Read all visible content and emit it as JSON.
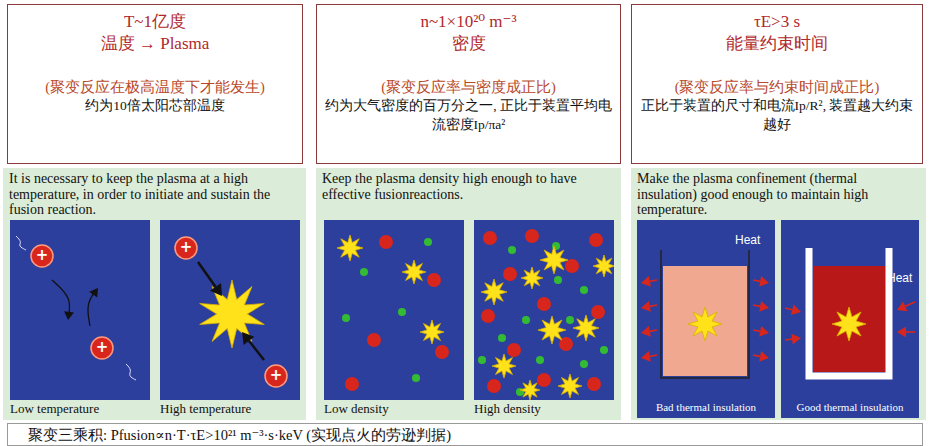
{
  "diagram": {
    "nodes": [
      {
        "text": [
          "T~1亿度",
          "温度 → Plasma",
          "(聚变反应在极高温度下才能发生)",
          "约为10倍太阳芯部温度"
        ]
      },
      {
        "text": [
          "n~1×10²⁰ m⁻³",
          "密度",
          "(聚变反应率与密度成正比)",
          "约为大气密度的百万分之一, 正比于装置平均电流密度Ip/πa²"
        ]
      },
      {
        "text": [
          "τE>3 s",
          "能量约束时间",
          "(聚变反应率与约束时间成正比)",
          "正比于装置的尺寸和电流Ip/R², 装置越大约束越好"
        ]
      },
      {
        "text": [
          "It is necessary to keep the plasma at a high temperature, in order to initiate and sustain the fusion reaction."
        ]
      },
      {
        "text": [
          "Low temperature"
        ],
        "in": 3
      },
      {
        "text": [
          "High temperature"
        ],
        "in": 3
      },
      {
        "text": [
          "Keep the plasma density high enough to have effective fusionreactions."
        ]
      },
      {
        "text": [
          "Low density"
        ],
        "in": 6
      },
      {
        "text": [
          "High density"
        ],
        "in": 6
      },
      {
        "text": [
          "Make the plasma confinement (thermal insulation) good enough to maintain high temperature."
        ]
      },
      {
        "text": [
          "Bad thermal insulation"
        ],
        "in": 9
      },
      {
        "text": [
          "Good thermal insulation"
        ],
        "in": 9
      },
      {
        "text": [
          "聚变三乘积: Pfusion∝n·T·τE>10²¹ m⁻³·s·keV (实现点火的劳逊判据)"
        ]
      }
    ],
    "labels": [
      "+",
      "+",
      "+",
      "+",
      "Heat",
      "Heat"
    ]
  }
}
